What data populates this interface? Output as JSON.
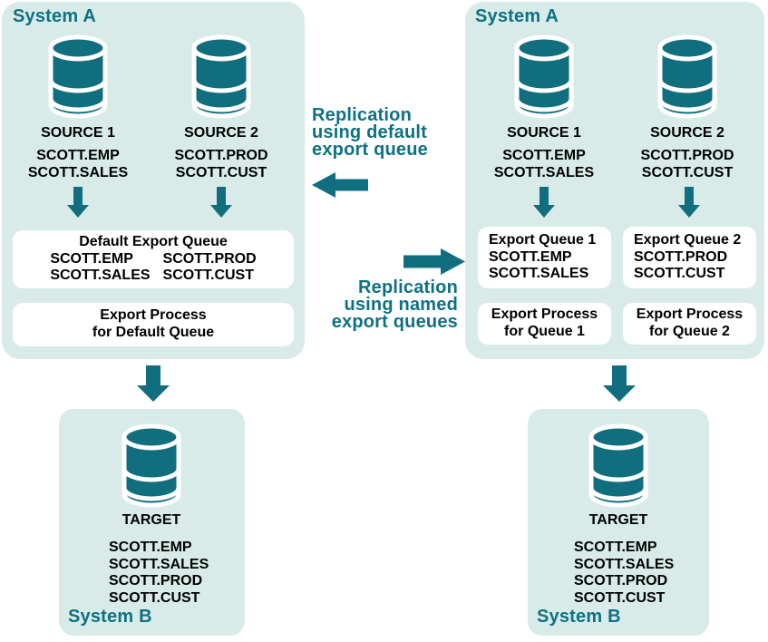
{
  "colors": {
    "teal_shapes": "#116e7e",
    "teal_text": "#0d7183",
    "panel_background": "#d9ebe8",
    "box_background": "#ffffff",
    "label_text": "#000000"
  },
  "captions": {
    "default_queue": {
      "line1": "Replication",
      "line2": "using default",
      "line3": "export queue"
    },
    "named_queues": {
      "line1": "Replication",
      "line2": "using named",
      "line3": "export queues"
    }
  },
  "left": {
    "system_a": {
      "title": "System A",
      "sources": [
        {
          "name": "SOURCE 1",
          "tables": [
            "SCOTT.EMP",
            "SCOTT.SALES"
          ]
        },
        {
          "name": "SOURCE 2",
          "tables": [
            "SCOTT.PROD",
            "SCOTT.CUST"
          ]
        }
      ],
      "queue_box": {
        "title": "Default Export Queue",
        "columns": [
          [
            "SCOTT.EMP",
            "SCOTT.SALES"
          ],
          [
            "SCOTT.PROD",
            "SCOTT.CUST"
          ]
        ]
      },
      "process_box": {
        "line1": "Export Process",
        "line2": "for Default Queue"
      }
    },
    "system_b": {
      "title": "System B",
      "db_name": "TARGET",
      "tables": [
        "SCOTT.EMP",
        "SCOTT.SALES",
        "SCOTT.PROD",
        "SCOTT.CUST"
      ]
    }
  },
  "right": {
    "system_a": {
      "title": "System A",
      "sources": [
        {
          "name": "SOURCE 1",
          "tables": [
            "SCOTT.EMP",
            "SCOTT.SALES"
          ]
        },
        {
          "name": "SOURCE 2",
          "tables": [
            "SCOTT.PROD",
            "SCOTT.CUST"
          ]
        }
      ],
      "queue_boxes": [
        {
          "title": "Export Queue 1",
          "tables": [
            "SCOTT.EMP",
            "SCOTT.SALES"
          ]
        },
        {
          "title": "Export Queue 2",
          "tables": [
            "SCOTT.PROD",
            "SCOTT.CUST"
          ]
        }
      ],
      "process_boxes": [
        {
          "line1": "Export Process",
          "line2": "for Queue 1"
        },
        {
          "line1": "Export Process",
          "line2": "for Queue 2"
        }
      ]
    },
    "system_b": {
      "title": "System B",
      "db_name": "TARGET",
      "tables": [
        "SCOTT.EMP",
        "SCOTT.SALES",
        "SCOTT.PROD",
        "SCOTT.CUST"
      ]
    }
  }
}
